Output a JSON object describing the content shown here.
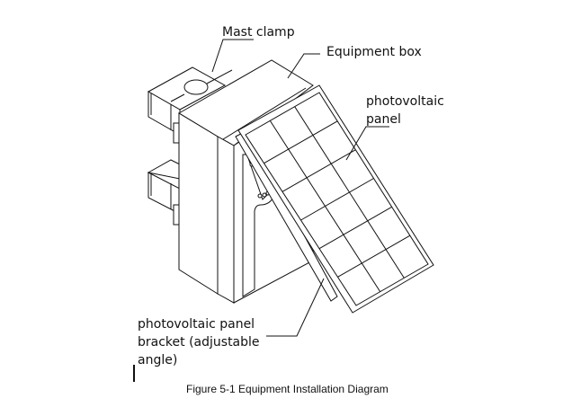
{
  "labels": {
    "mast_clamp": "Mast clamp",
    "equipment_box": "Equipment box",
    "pv_panel_line1": "photovoltaic",
    "pv_panel_line2": "panel",
    "bracket_line1": "photovoltaic panel",
    "bracket_line2": "bracket (adjustable",
    "bracket_line3": "angle)"
  },
  "caption": "Figure 5-1 Equipment Installation Diagram",
  "panel_grid": {
    "columns": 3,
    "rows": 6
  }
}
